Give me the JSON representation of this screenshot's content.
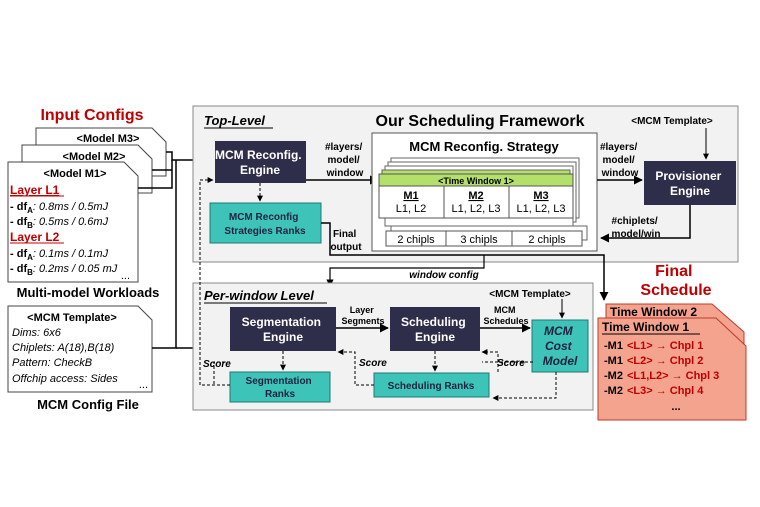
{
  "input_configs": {
    "title": "Input Configs",
    "model_m3": "<Model M3>",
    "model_m2": "<Model M2>",
    "model_m1": "<Model M1>",
    "layer_l1": "Layer L1",
    "l1_dfa_prefix": "- df",
    "l1_dfa_sub": "A",
    "l1_dfa_value": ": 0.8ms / 0.5mJ",
    "l1_dfb_prefix": "- df",
    "l1_dfb_sub": "B",
    "l1_dfb_value": ": 0.5ms / 0.6mJ",
    "layer_l2": "Layer L2",
    "l2_dfa_prefix": "- df",
    "l2_dfa_sub": "A",
    "l2_dfa_value": ": 0.1ms / 0.1mJ",
    "l2_dfb_prefix": "- df",
    "l2_dfb_sub": "B",
    "l2_dfb_value": ": 0.2ms / 0.05 mJ",
    "ellipsis": "...",
    "workloads_caption": "Multi-model Workloads",
    "mcm_template": "<MCM Template>",
    "dims": "Dims: 6x6",
    "chiplets": "Chiplets: A(18),B(18)",
    "pattern": "Pattern: CheckB",
    "offchip": "Offchip access: Sides",
    "config_ellipsis": "...",
    "config_caption": "MCM Config File"
  },
  "framework": {
    "title": "Our Scheduling Framework",
    "top_level": "Top-Level",
    "mcm_template_top": "<MCM Template>",
    "reconfig_engine": [
      "MCM Reconfig.",
      "Engine"
    ],
    "strategies_ranks": [
      "MCM Reconfig",
      "Strategies Ranks"
    ],
    "final_output": [
      "Final",
      "output"
    ],
    "layers_in": [
      "#layers/",
      "model/",
      "window"
    ],
    "strategy_title": "MCM Reconfig. Strategy",
    "time_window_1": "<Time Window 1>",
    "models": [
      {
        "name": "M1",
        "layers": "L1, L2"
      },
      {
        "name": "M2",
        "layers": "L1, L2, L3"
      },
      {
        "name": "M3",
        "layers": "L1, L2, L3"
      }
    ],
    "chiplet_counts": [
      "2 chipls",
      "3 chipls",
      "2 chipls"
    ],
    "layers_out": [
      "#layers/",
      "model/",
      "window"
    ],
    "provisioner": [
      "Provisioner",
      "Engine"
    ],
    "chiplets_out": [
      "#chiplets/",
      "model/win"
    ],
    "window_config": "window config",
    "per_window": "Per-window Level",
    "mcm_template_bottom": "<MCM Template>",
    "segmentation_engine": [
      "Segmentation",
      "Engine"
    ],
    "layer_segments": [
      "Layer",
      "Segments"
    ],
    "scheduling_engine": [
      "Scheduling",
      "Engine"
    ],
    "mcm_schedules": [
      "MCM",
      "Schedules"
    ],
    "cost_model": [
      "MCM",
      "Cost",
      "Model"
    ],
    "score_1": "Score",
    "score_2": "Score",
    "score_3": "Score",
    "segmentation_ranks": [
      "Segmentation",
      "Ranks"
    ],
    "scheduling_ranks": "Scheduling Ranks"
  },
  "final_schedule": {
    "title": [
      "Final",
      "Schedule"
    ],
    "time_window_2": "Time Window 2",
    "time_window_1": "Time Window 1",
    "entries": [
      {
        "model": "-M1",
        "detail": "<L1> → Chpl 1"
      },
      {
        "model": "-M1",
        "detail": "<L2> → Chpl 2"
      },
      {
        "model": "-M2",
        "detail": "<L1,L2> → Chpl 3"
      },
      {
        "model": "-M2",
        "detail": "<L3> → Chpl 4"
      }
    ],
    "ellipsis": "..."
  },
  "colors": {
    "title_red": "#c00000",
    "engine_dark": "#2f2e4a",
    "teal": "#3dc3b7",
    "schedule_fill": "#f4a38f",
    "schedule_border": "#c0392b",
    "panel_bg": "#f2f2f2",
    "window_green": "#b5df6b"
  }
}
